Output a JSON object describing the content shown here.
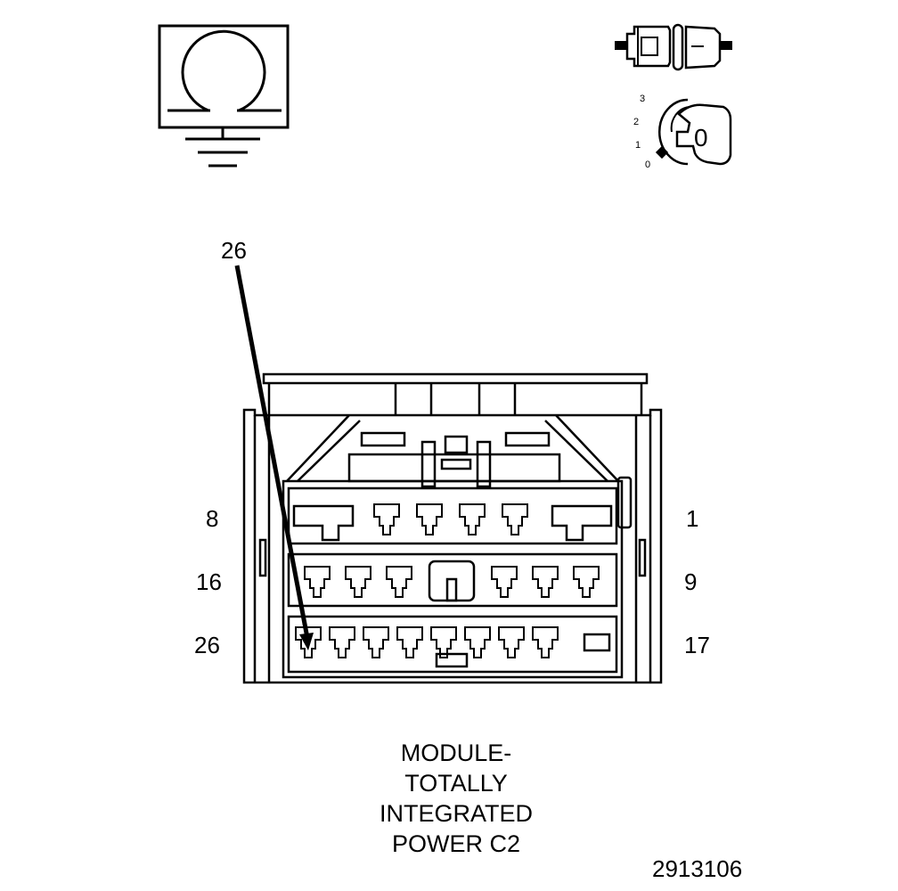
{
  "connector": {
    "callout_pin": "26",
    "row_labels": {
      "row1_left": "8",
      "row1_right": "1",
      "row2_left": "16",
      "row2_right": "9",
      "row3_left": "26",
      "row3_right": "17"
    }
  },
  "caption": {
    "line1": "MODULE-",
    "line2": "TOTALLY",
    "line3": "INTEGRATED",
    "line4": "POWER C2"
  },
  "figure_id": "2913106",
  "ignition": {
    "positions": [
      "3",
      "2",
      "1",
      "0"
    ],
    "key_label": "0"
  },
  "icons": {
    "meter": "ohmmeter-icon",
    "ground": "ground-icon",
    "connector_state": "disconnected-connector-icon",
    "ignition": "ignition-key-off-icon"
  }
}
